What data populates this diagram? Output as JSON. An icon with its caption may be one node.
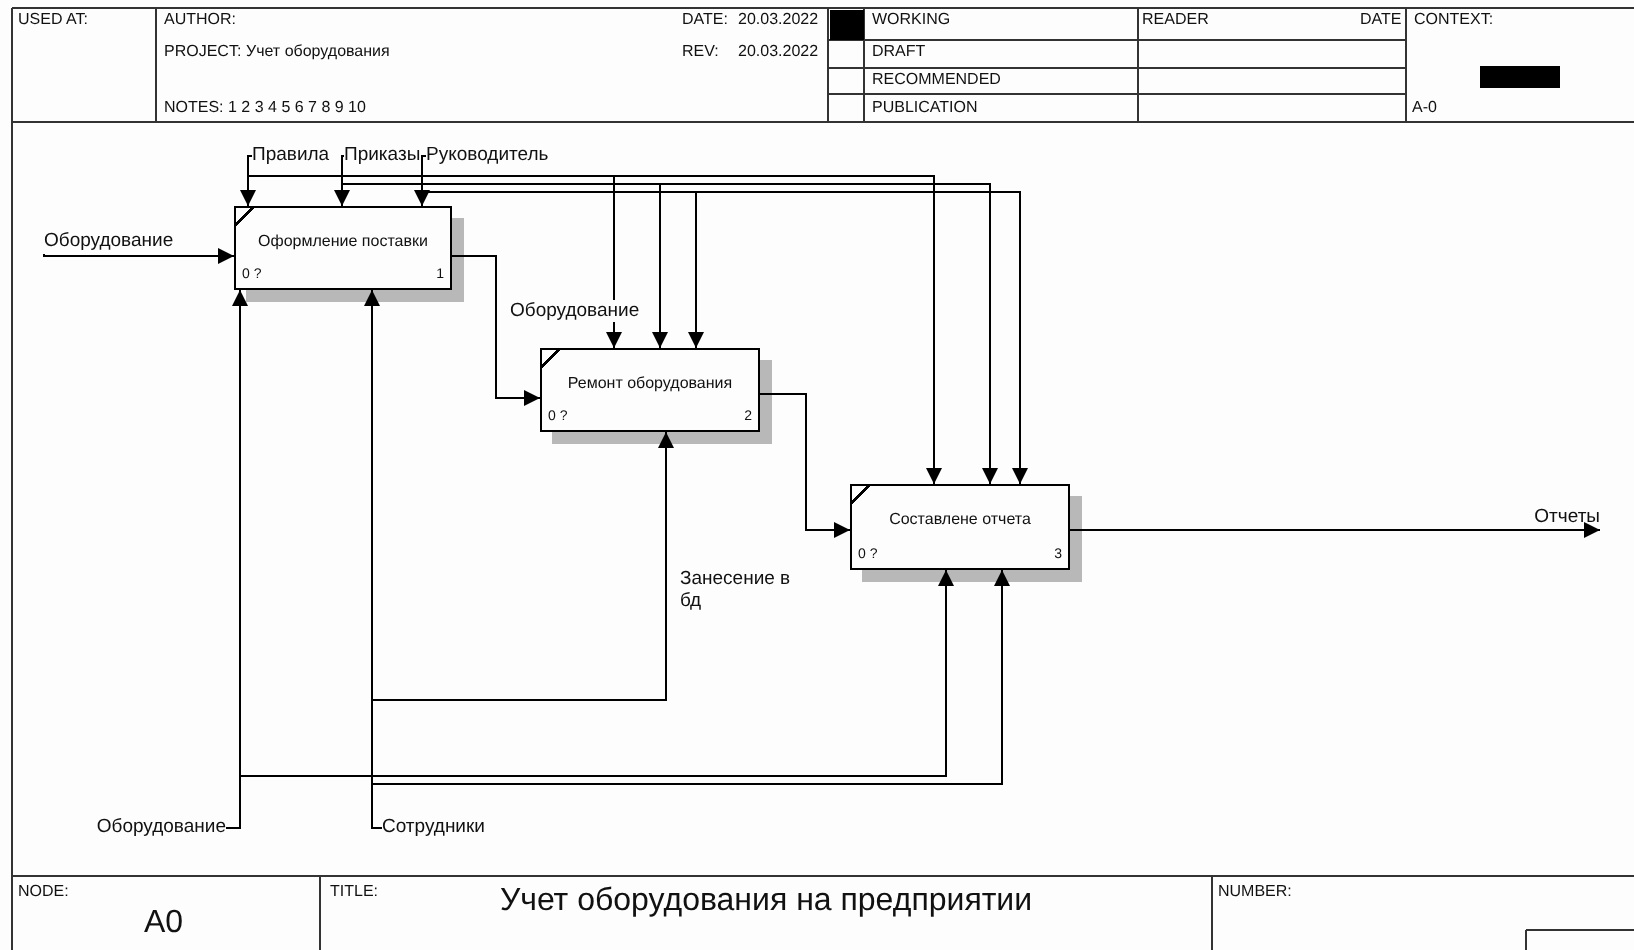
{
  "diagram": {
    "title": "Учет оборудования на предприятии",
    "nodes": [
      {
        "text": [
          "Оформление поставки",
          "0 ?",
          "1"
        ]
      },
      {
        "text": [
          "Ремонт оборудования",
          "0 ?",
          "2"
        ]
      },
      {
        "text": [
          "Составлене отчета",
          "0 ?",
          "3"
        ]
      },
      {
        "text": [
          "Оборудование"
        ]
      },
      {
        "text": [
          "Правила"
        ]
      },
      {
        "text": [
          "Приказы"
        ]
      },
      {
        "text": [
          "Руководитель"
        ]
      },
      {
        "text": [
          "Оборудование"
        ]
      },
      {
        "text": [
          "Сотрудники"
        ]
      },
      {
        "text": [
          "Отчеты"
        ]
      }
    ],
    "edges": [
      {
        "from": 3,
        "to": 0,
        "arrow": "to"
      },
      {
        "from": 4,
        "to": 0,
        "arrow": "to"
      },
      {
        "from": 4,
        "to": 1,
        "arrow": "to"
      },
      {
        "from": 4,
        "to": 2,
        "arrow": "to"
      },
      {
        "from": 5,
        "to": 0,
        "arrow": "to"
      },
      {
        "from": 5,
        "to": 1,
        "arrow": "to"
      },
      {
        "from": 5,
        "to": 2,
        "arrow": "to"
      },
      {
        "from": 6,
        "to": 0,
        "arrow": "to"
      },
      {
        "from": 6,
        "to": 1,
        "arrow": "to"
      },
      {
        "from": 6,
        "to": 2,
        "arrow": "to"
      },
      {
        "from": 0,
        "to": 1,
        "label": "Оборудование",
        "arrow": "to"
      },
      {
        "from": 1,
        "to": 2,
        "arrow": "to"
      },
      {
        "from": 2,
        "to": 9,
        "arrow": "to"
      },
      {
        "from": 7,
        "to": 0,
        "arrow": "to"
      },
      {
        "from": 7,
        "to": 2,
        "arrow": "to"
      },
      {
        "from": 8,
        "to": 0,
        "arrow": "to"
      },
      {
        "from": 8,
        "to": 1,
        "label": "Занесение в бд",
        "arrow": "to"
      },
      {
        "from": 8,
        "to": 2,
        "arrow": "to"
      }
    ],
    "labels": [
      "USED AT:",
      "AUTHOR:",
      "DATE:",
      "20.03.2022",
      "WORKING",
      "READER",
      "DATE",
      "CONTEXT:",
      "PROJECT:",
      "Учет оборудования",
      "REV:",
      "20.03.2022",
      "DRAFT",
      "RECOMMENDED",
      "NOTES:",
      "1 2 3 4 5 6 7 8 9 10",
      "PUBLICATION",
      "A-0",
      "NODE:",
      "A0",
      "TITLE:",
      "NUMBER:"
    ]
  }
}
